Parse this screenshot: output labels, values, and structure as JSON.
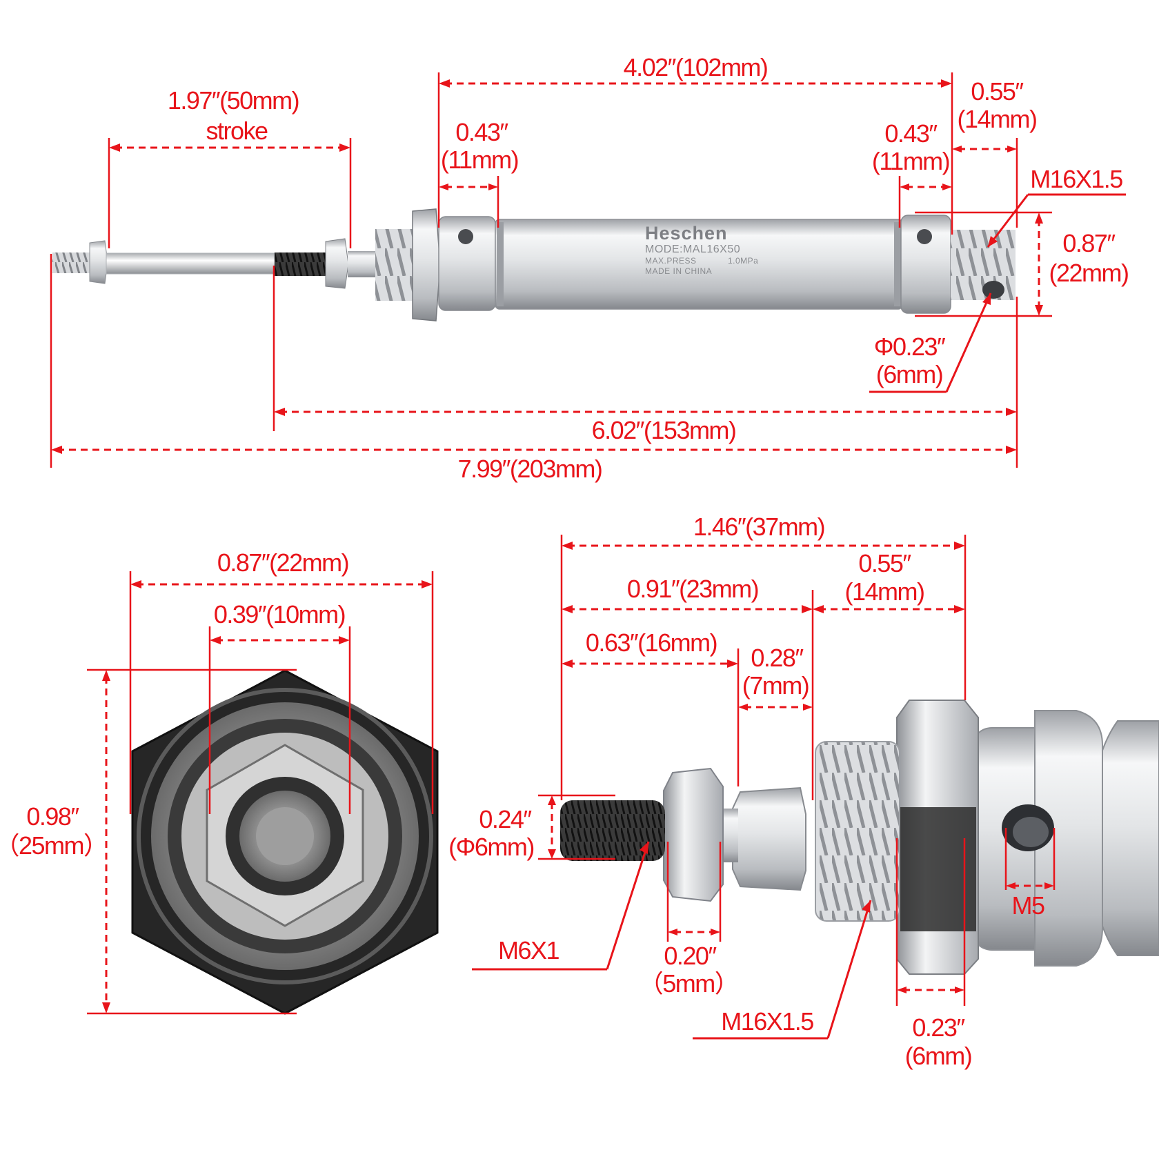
{
  "product": {
    "brand": "Heschen",
    "model_text": "MODE:MAL16X50",
    "press_label": "MAX.PRESS",
    "press_value": "1.0MPa",
    "origin_text": "MADE IN CHINA"
  },
  "side_view": {
    "body_length": "4.02″(102mm)",
    "stroke_value": "1.97″(50mm)",
    "stroke_word": "stroke",
    "front_cap": [
      "0.43″",
      "(11mm)"
    ],
    "rear_cap": [
      "0.43″",
      "(11mm)"
    ],
    "rear_boss": [
      "0.55″",
      "(14mm)"
    ],
    "rear_thread": "M16X1.5",
    "rear_diameter": [
      "0.87″",
      "(22mm)"
    ],
    "port_hole": [
      "Φ0.23″",
      "(6mm)"
    ],
    "retracted_length": "6.02″(153mm)",
    "extended_length": "7.99″(203mm)"
  },
  "end_view": {
    "width": "0.87″(22mm)",
    "nut_width": "0.39″(10mm)",
    "height": [
      "0.98″",
      "（25mm）"
    ]
  },
  "rod_detail": {
    "total": "1.46″(37mm)",
    "rod_length": "0.91″(23mm)",
    "boss_length": [
      "0.55″",
      "(14mm)"
    ],
    "thread_length": "0.63″(16mm)",
    "neck_length": [
      "0.28″",
      "(7mm)"
    ],
    "rod_diameter": [
      "0.24″",
      "(Φ6mm)"
    ],
    "rod_thread": "M6X1",
    "nut_thickness": [
      "0.20″",
      "（5mm）"
    ],
    "mount_thread": "M16X1.5",
    "port_thread": "M5",
    "flange_thickness": [
      "0.23″",
      "(6mm)"
    ]
  },
  "colors": {
    "dimension": "#e8141a",
    "metal_light": "#eceef0",
    "metal_dark": "#1c1c1c"
  }
}
